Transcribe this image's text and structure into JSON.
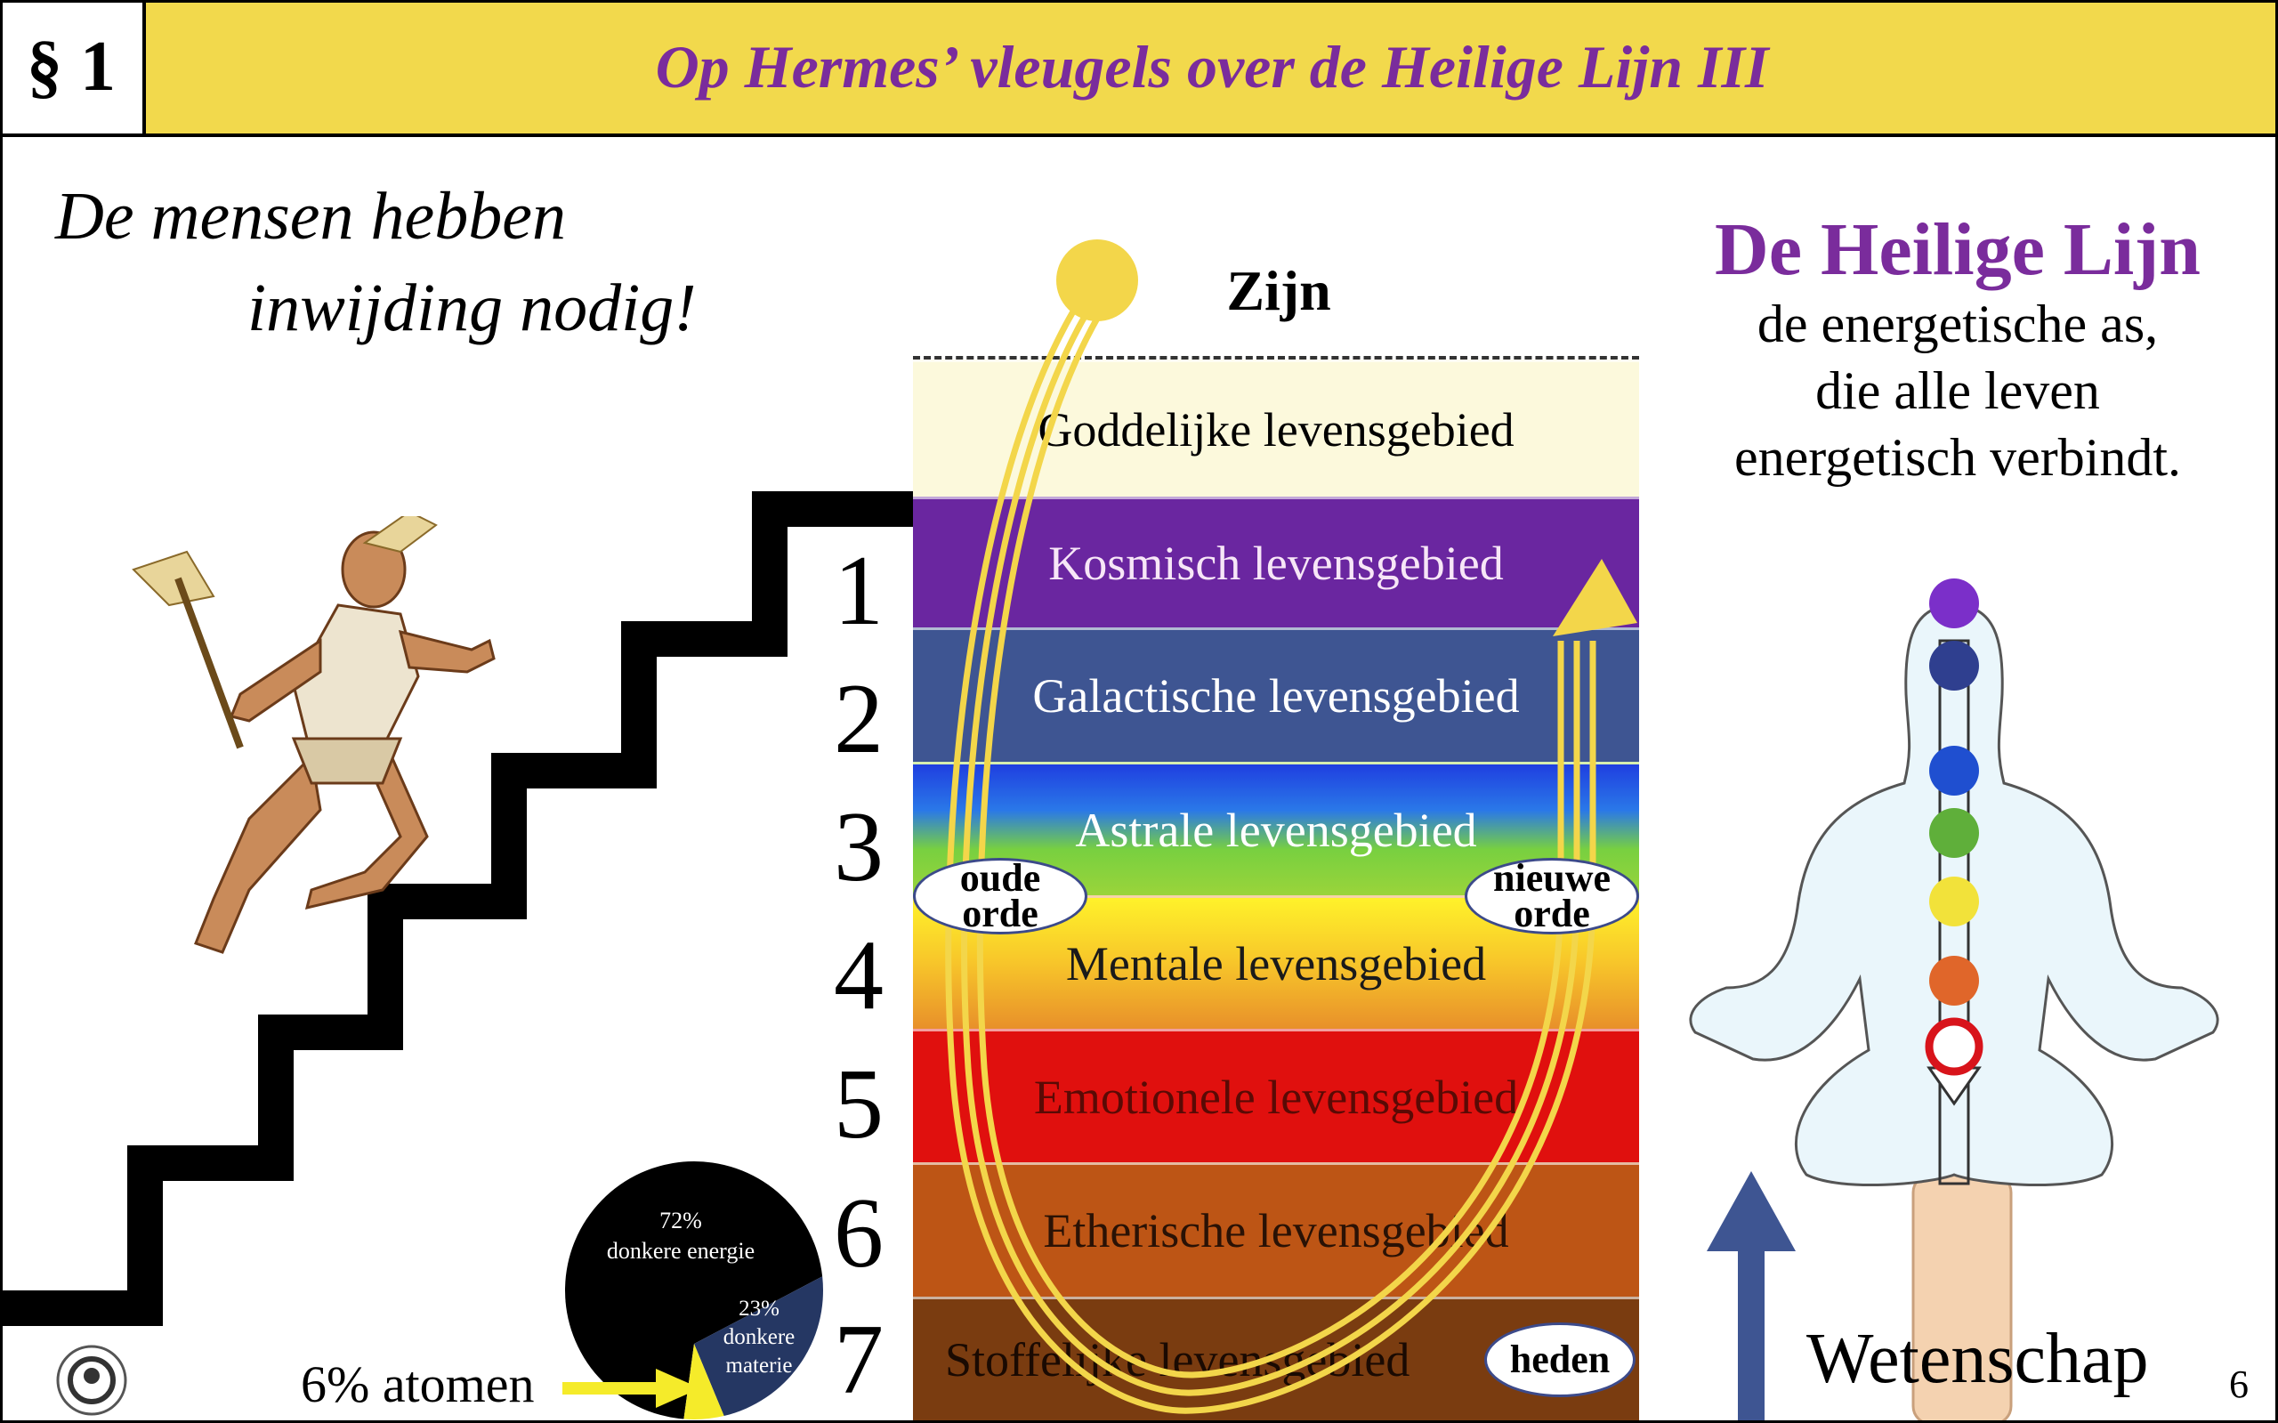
{
  "header": {
    "section": "§ 1",
    "title": "Op Hermes’ vleugels over de Heilige Lijn III"
  },
  "slogan": {
    "line1": "De mensen hebben",
    "line2": "inwijding nodig!"
  },
  "top_label": "Zijn",
  "bands": [
    {
      "label": "Goddelijke levensgebied",
      "color": "#FCF9DC",
      "text_color": "#000000"
    },
    {
      "label": "Kosmisch levensgebied",
      "color": "#6A26A0",
      "text_color": "#F7E6F7"
    },
    {
      "label": "Galactische levensgebied",
      "color": "#3E5592",
      "text_color": "#FFFFFF"
    },
    {
      "label": "Astrale levensgebied",
      "color": "#3A8CE0",
      "text_color": "#FFFFFF"
    },
    {
      "label": "Mentale levensgebied",
      "color": "#F3B62A",
      "text_color": "#1a1a1a"
    },
    {
      "label": "Emotionele levensgebied",
      "color": "#E0100E",
      "text_color": "#5a0a05"
    },
    {
      "label": "Etherische levensgebied",
      "color": "#BD5515",
      "text_color": "#2a1205"
    },
    {
      "label": "Stoffelijke levensgebied",
      "color": "#7A3C10",
      "text_color": "#1a0a02"
    }
  ],
  "levels": [
    "1",
    "2",
    "3",
    "4",
    "5",
    "6",
    "7"
  ],
  "ovals": {
    "old": "oude orde",
    "new": "nieuwe orde",
    "now": "heden"
  },
  "pie": {
    "slices": [
      {
        "value": 72,
        "label_pct": "72%",
        "label": "donkere energie",
        "color": "#000000"
      },
      {
        "value": 23,
        "label_pct": "23%",
        "label": "donkere materie",
        "color": "#253763"
      },
      {
        "value": 5,
        "label": "",
        "color": "#F5EB2A"
      }
    ],
    "atoms_label": "6% atomen"
  },
  "right": {
    "title": "De Heilige Lijn",
    "lines": [
      "de energetische as,",
      "die alle leven",
      "energetisch verbindt."
    ],
    "science": "Wetenschap"
  },
  "chakras": [
    "#7B2FC9",
    "#2F3F8F",
    "#1F4FD0",
    "#5FAF3A",
    "#F2E23A",
    "#E0662A",
    "#D8141B"
  ],
  "page_number": "6"
}
